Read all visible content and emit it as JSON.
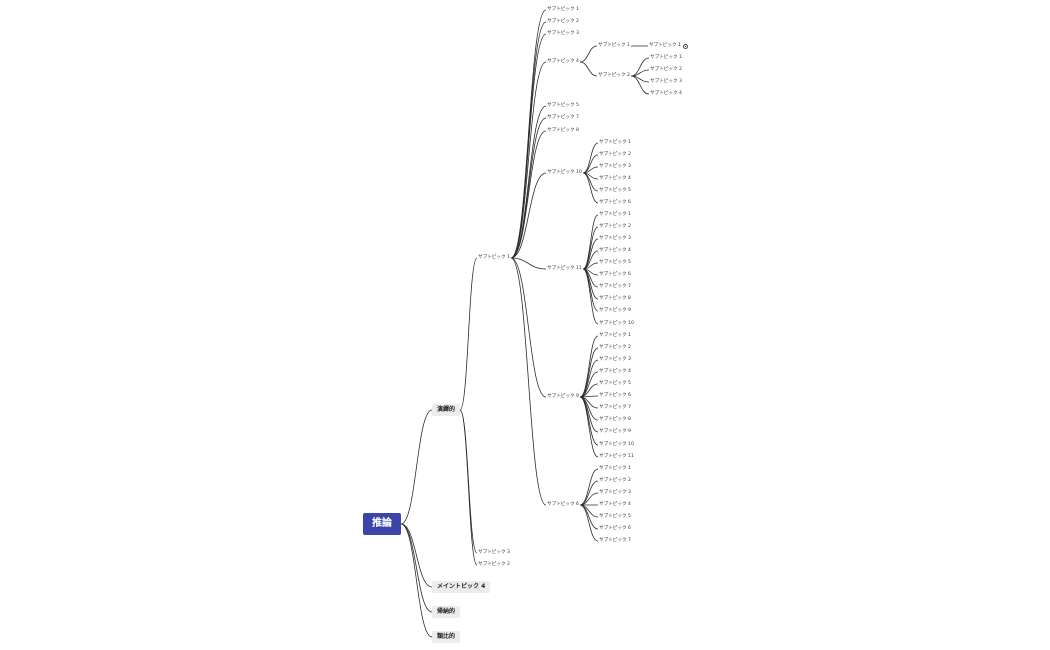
{
  "mindmap": {
    "root": {
      "label": "推論",
      "children": [
        {
          "label": "演繹的",
          "children": [
            {
              "label": "サブトピック 1",
              "children": [
                {
                  "label": "サブトピック 1"
                },
                {
                  "label": "サブトピック 2"
                },
                {
                  "label": "サブトピック 3"
                },
                {
                  "label": "サブトピック 4",
                  "children": [
                    {
                      "label": "サブトピック 1",
                      "children": [
                        {
                          "label": "サブトピック 1",
                          "collapsed": true
                        }
                      ]
                    },
                    {
                      "label": "サブトピック 2",
                      "children": [
                        {
                          "label": "サブトピック 1"
                        },
                        {
                          "label": "サブトピック 2"
                        },
                        {
                          "label": "サブトピック 3"
                        },
                        {
                          "label": "サブトピック 4"
                        }
                      ]
                    }
                  ]
                },
                {
                  "label": "サブトピック 5"
                },
                {
                  "label": "サブトピック 7"
                },
                {
                  "label": "サブトピック 8"
                },
                {
                  "label": "サブトピック 10",
                  "children": [
                    {
                      "label": "サブトピック 1"
                    },
                    {
                      "label": "サブトピック 2"
                    },
                    {
                      "label": "サブトピック 3"
                    },
                    {
                      "label": "サブトピック 4"
                    },
                    {
                      "label": "サブトピック 5"
                    },
                    {
                      "label": "サブトピック 6"
                    }
                  ]
                },
                {
                  "label": "サブトピック 11",
                  "children": [
                    {
                      "label": "サブトピック 1"
                    },
                    {
                      "label": "サブトピック 2"
                    },
                    {
                      "label": "サブトピック 3"
                    },
                    {
                      "label": "サブトピック 4"
                    },
                    {
                      "label": "サブトピック 5"
                    },
                    {
                      "label": "サブトピック 6"
                    },
                    {
                      "label": "サブトピック 7"
                    },
                    {
                      "label": "サブトピック 8"
                    },
                    {
                      "label": "サブトピック 9"
                    },
                    {
                      "label": "サブトピック 10"
                    }
                  ]
                },
                {
                  "label": "サブトピック 9",
                  "children": [
                    {
                      "label": "サブトピック 1"
                    },
                    {
                      "label": "サブトピック 2"
                    },
                    {
                      "label": "サブトピック 3"
                    },
                    {
                      "label": "サブトピック 4"
                    },
                    {
                      "label": "サブトピック 5"
                    },
                    {
                      "label": "サブトピック 6"
                    },
                    {
                      "label": "サブトピック 7"
                    },
                    {
                      "label": "サブトピック 8"
                    },
                    {
                      "label": "サブトピック 9"
                    },
                    {
                      "label": "サブトピック 10"
                    },
                    {
                      "label": "サブトピック 11"
                    }
                  ]
                },
                {
                  "label": "サブトピック 6",
                  "children": [
                    {
                      "label": "サブトピック 1"
                    },
                    {
                      "label": "サブトピック 2"
                    },
                    {
                      "label": "サブトピック 3"
                    },
                    {
                      "label": "サブトピック 4"
                    },
                    {
                      "label": "サブトピック 5"
                    },
                    {
                      "label": "サブトピック 6"
                    },
                    {
                      "label": "サブトピック 7"
                    }
                  ]
                }
              ]
            },
            {
              "label": "サブトピック 3"
            },
            {
              "label": "サブトピック 2"
            }
          ]
        },
        {
          "label": "メイントピック 4"
        },
        {
          "label": "帰納的"
        },
        {
          "label": "類比的"
        }
      ]
    },
    "colors": {
      "root_bg": "#3b46a6",
      "main_bg": "#ececec",
      "line": "#2a2a2a"
    }
  }
}
